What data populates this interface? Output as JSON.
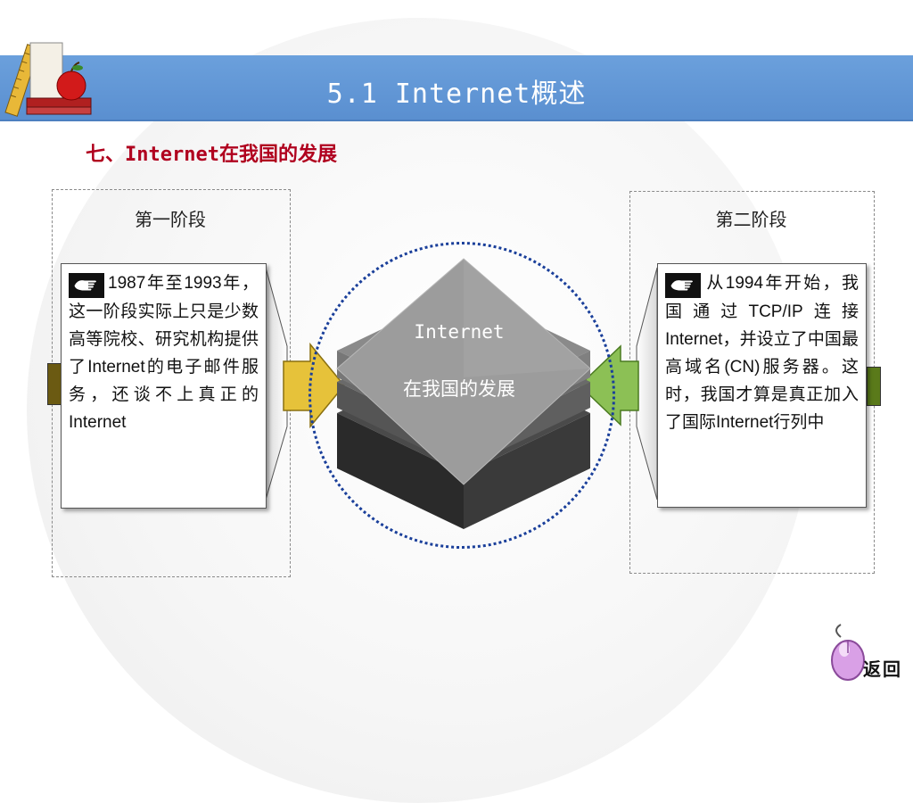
{
  "header": {
    "title": "5.1  Internet概述"
  },
  "subtitle": "七、Internet在我国的发展",
  "stage1": {
    "label": "第一阶段",
    "text": "1987年至1993年，这一阶段实际上只是少数高等院校、研究机构提供了Internet的电子邮件服务，还谈不上真正的Internet"
  },
  "stage2": {
    "label": "第二阶段",
    "text": "从1994年开始，我国通过TCP/IP连接Internet，并设立了中国最高域名(CN)服务器。这时，我国才算是真正加入了国际Internet行列中"
  },
  "center": {
    "line1": "Internet",
    "line2": "在我国的发展"
  },
  "back_button": "返回",
  "icons": {
    "card_icon": "pointing-hand-icon",
    "logo": "ruler-apple-logo-icon",
    "back": "mouse-back-icon"
  },
  "colors": {
    "header": "#5b93d6",
    "subtitle": "#b0001e",
    "left_arrow": "#e6c23a",
    "right_arrow": "#8cc055"
  }
}
